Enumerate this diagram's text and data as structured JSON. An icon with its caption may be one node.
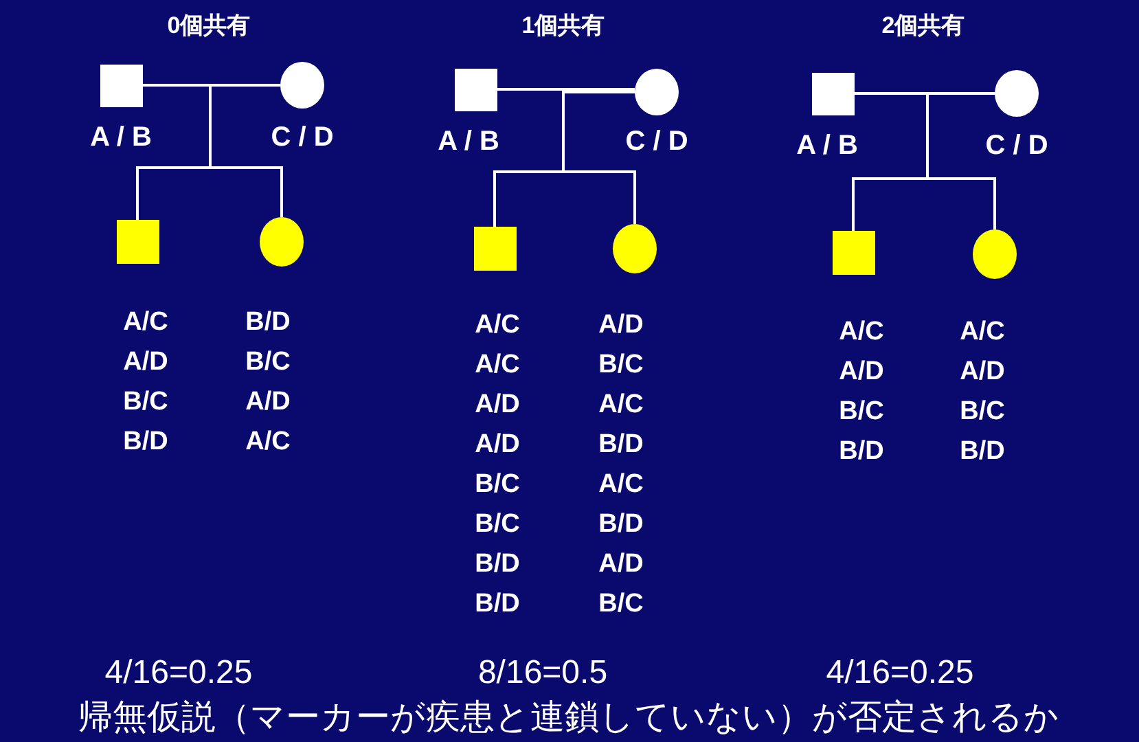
{
  "diagram": {
    "caption": "帰無仮説（マーカーが疾患と連鎖していない）が否定されるか",
    "nodes": [
      {
        "text": [],
        "shape": "box",
        "beside": [
          "A / B"
        ]
      },
      {
        "text": [],
        "shape": "circle",
        "beside": [
          "C / D"
        ]
      },
      {
        "text": [],
        "shape": "box",
        "beside": [
          "A/C",
          "A/D",
          "B/C",
          "B/D"
        ]
      },
      {
        "text": [],
        "shape": "circle",
        "beside": [
          "B/D",
          "B/C",
          "A/D",
          "A/C"
        ]
      },
      {
        "text": [],
        "shape": "box",
        "beside": [
          "A / B"
        ]
      },
      {
        "text": [],
        "shape": "circle",
        "beside": [
          "C / D"
        ]
      },
      {
        "text": [],
        "shape": "box",
        "beside": [
          "A/C",
          "A/C",
          "A/D",
          "A/D",
          "B/C",
          "B/C",
          "B/D",
          "B/D"
        ]
      },
      {
        "text": [],
        "shape": "circle",
        "beside": [
          "A/D",
          "B/C",
          "A/C",
          "B/D",
          "A/C",
          "B/D",
          "A/D",
          "B/C"
        ]
      },
      {
        "text": [],
        "shape": "box",
        "beside": [
          "A / B"
        ]
      },
      {
        "text": [],
        "shape": "circle",
        "beside": [
          "C / D"
        ]
      },
      {
        "text": [],
        "shape": "box",
        "beside": [
          "A/C",
          "A/D",
          "B/C",
          "B/D"
        ]
      },
      {
        "text": [],
        "shape": "circle",
        "beside": [
          "A/C",
          "A/D",
          "B/C",
          "B/D"
        ]
      }
    ],
    "edges": [
      {
        "from": 0,
        "to": 1,
        "arrow": "none"
      },
      {
        "from": 0,
        "to": 2,
        "arrow": "none"
      },
      {
        "from": 0,
        "to": 3,
        "arrow": "none"
      },
      {
        "from": 1,
        "to": 2,
        "arrow": "none"
      },
      {
        "from": 1,
        "to": 3,
        "arrow": "none"
      },
      {
        "from": 4,
        "to": 5,
        "arrow": "none"
      },
      {
        "from": 4,
        "to": 6,
        "arrow": "none"
      },
      {
        "from": 4,
        "to": 7,
        "arrow": "none"
      },
      {
        "from": 5,
        "to": 6,
        "arrow": "none"
      },
      {
        "from": 5,
        "to": 7,
        "arrow": "none"
      },
      {
        "from": 8,
        "to": 9,
        "arrow": "none"
      },
      {
        "from": 8,
        "to": 10,
        "arrow": "none"
      },
      {
        "from": 8,
        "to": 11,
        "arrow": "none"
      },
      {
        "from": 9,
        "to": 10,
        "arrow": "none"
      },
      {
        "from": 9,
        "to": 11,
        "arrow": "none"
      }
    ],
    "labels": [
      "0個共有",
      "1個共有",
      "2個共有",
      "4/16=0.25",
      "8/16=0.5",
      "4/16=0.25"
    ]
  }
}
